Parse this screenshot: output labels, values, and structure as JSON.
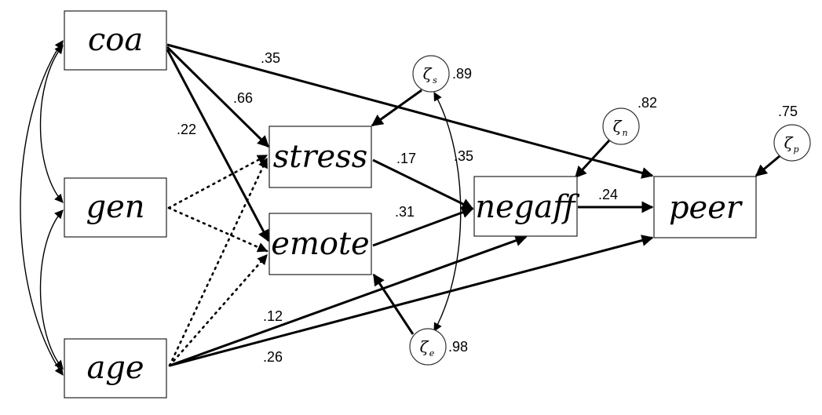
{
  "nodes": {
    "coa": "coa",
    "gen": "gen",
    "age": "age",
    "stress": "stress",
    "emote": "emote",
    "negaff": "negaff",
    "peer": "peer"
  },
  "disturbances": {
    "stress": {
      "symbol": "ζ",
      "sub": "s",
      "value": ".89"
    },
    "negaff": {
      "symbol": "ζ",
      "sub": "n",
      "value": ".82"
    },
    "peer": {
      "symbol": "ζ",
      "sub": "p",
      "value": ".75"
    },
    "emote": {
      "symbol": "ζ",
      "sub": "e",
      "value": ".98"
    }
  },
  "coefficients": {
    "coa_peer": ".35",
    "coa_stress": ".66",
    "coa_emote": ".22",
    "stress_negaff": ".17",
    "emote_negaff": ".31",
    "zeta_cov": ".35",
    "negaff_peer": ".24",
    "age_negaff": ".12",
    "age_peer": ".26"
  }
}
